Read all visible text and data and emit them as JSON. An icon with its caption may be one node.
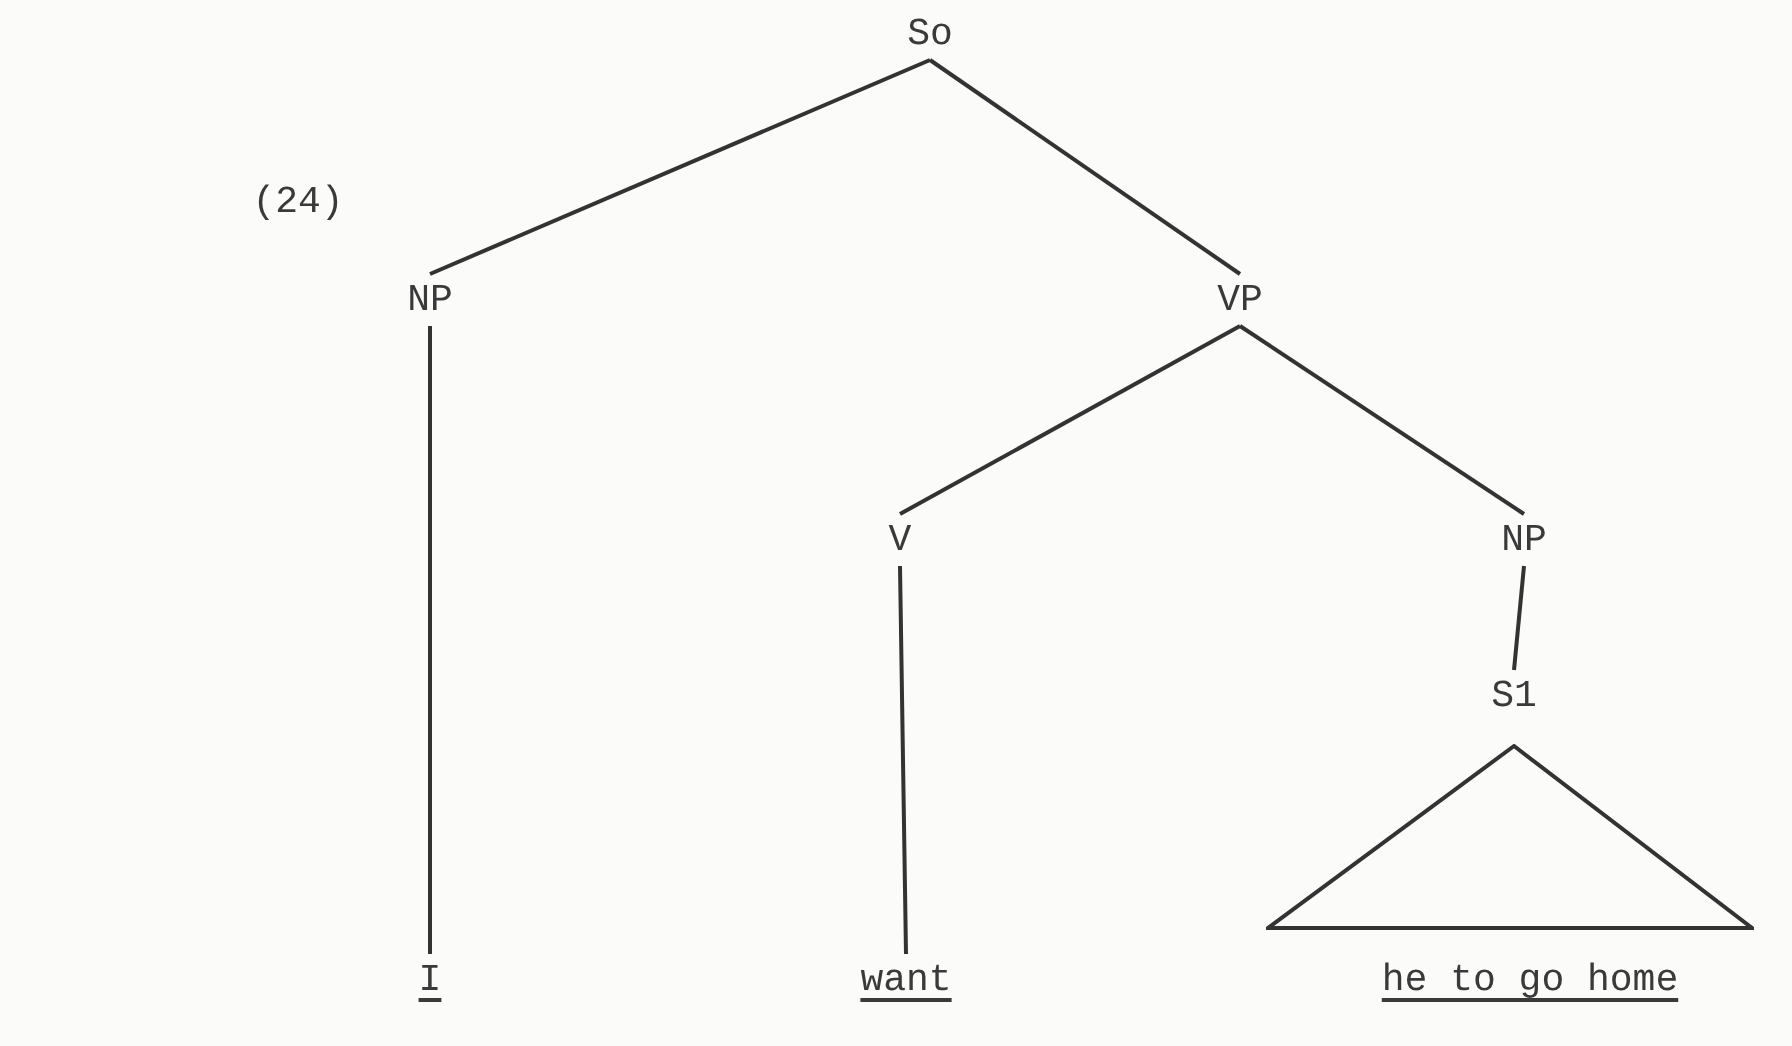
{
  "diagram": {
    "nodes": [
      {
        "text": [
          "So"
        ]
      },
      {
        "text": [
          "NP"
        ]
      },
      {
        "text": [
          "VP"
        ]
      },
      {
        "text": [
          "V"
        ]
      },
      {
        "text": [
          "NP"
        ]
      },
      {
        "text": [
          "S1"
        ]
      },
      {
        "text": [],
        "shape": "triangle"
      },
      {
        "text": [
          "I"
        ]
      },
      {
        "text": [
          "want"
        ]
      },
      {
        "text": [
          "he to go home"
        ]
      }
    ],
    "edges": [
      {
        "from": 0,
        "to": 1,
        "arrow": "none"
      },
      {
        "from": 0,
        "to": 2,
        "arrow": "none"
      },
      {
        "from": 2,
        "to": 3,
        "arrow": "none"
      },
      {
        "from": 2,
        "to": 4,
        "arrow": "none"
      },
      {
        "from": 1,
        "to": 7,
        "arrow": "none"
      },
      {
        "from": 3,
        "to": 8,
        "arrow": "none"
      },
      {
        "from": 4,
        "to": 5,
        "arrow": "none"
      }
    ],
    "labels": [
      "(24)"
    ]
  }
}
